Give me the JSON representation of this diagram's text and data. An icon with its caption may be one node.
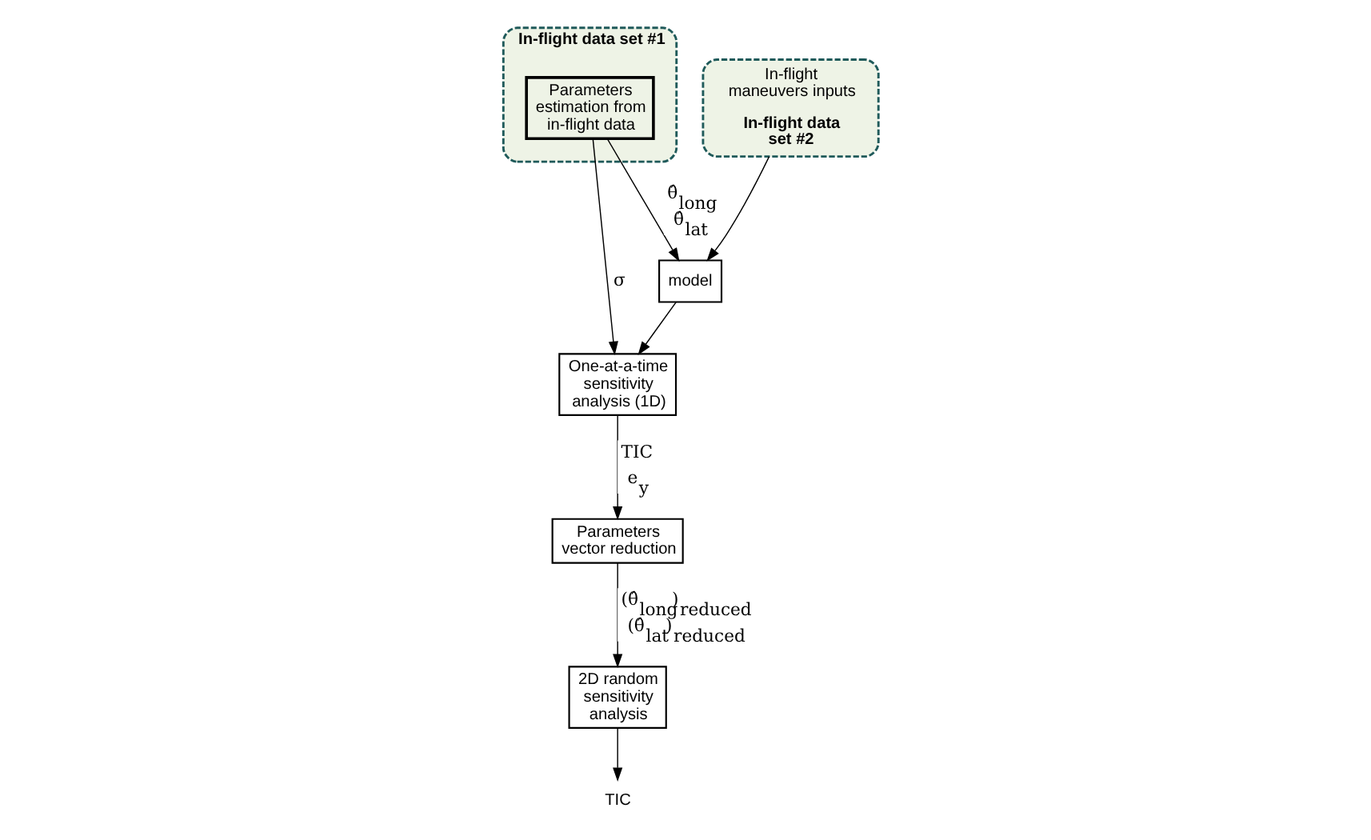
{
  "diagram": {
    "nodes": [
      {
        "text": [
          "In-flight data set #1"
        ]
      },
      {
        "text": [
          "Parameters estimation from in-flight data"
        ],
        "in": 0
      },
      {
        "text": [
          "One-at-a-time sensitivity analysis (1D)"
        ]
      },
      {
        "text": [
          "model"
        ]
      },
      {
        "text": [
          "In-flight maneuvers inputs",
          "In-flight data set #2"
        ]
      },
      {
        "text": [
          "Parameters vector reduction"
        ]
      },
      {
        "text": [
          "2D random sensitivity analysis"
        ]
      },
      {
        "text": [
          "TIC"
        ]
      }
    ],
    "edges": [
      {
        "from": 1,
        "to": 2,
        "arrow": "to",
        "label": "σ"
      },
      {
        "from": 1,
        "to": 3,
        "arrow": "to",
        "label": "θ̂$_{long}$ θ̂$_{lat}$"
      },
      {
        "from": 4,
        "to": 3,
        "arrow": "to"
      },
      {
        "from": 3,
        "to": 2,
        "arrow": "to"
      },
      {
        "from": 2,
        "to": 5,
        "arrow": "to",
        "label": "TIC e$_{y}$"
      },
      {
        "from": 5,
        "to": 6,
        "arrow": "to",
        "label": "(θ̂$_{long}$)$_{reduced}$ (θ̂$_{lat}$)$_{reduced}$"
      },
      {
        "from": 6,
        "to": 7,
        "arrow": "to"
      }
    ]
  }
}
